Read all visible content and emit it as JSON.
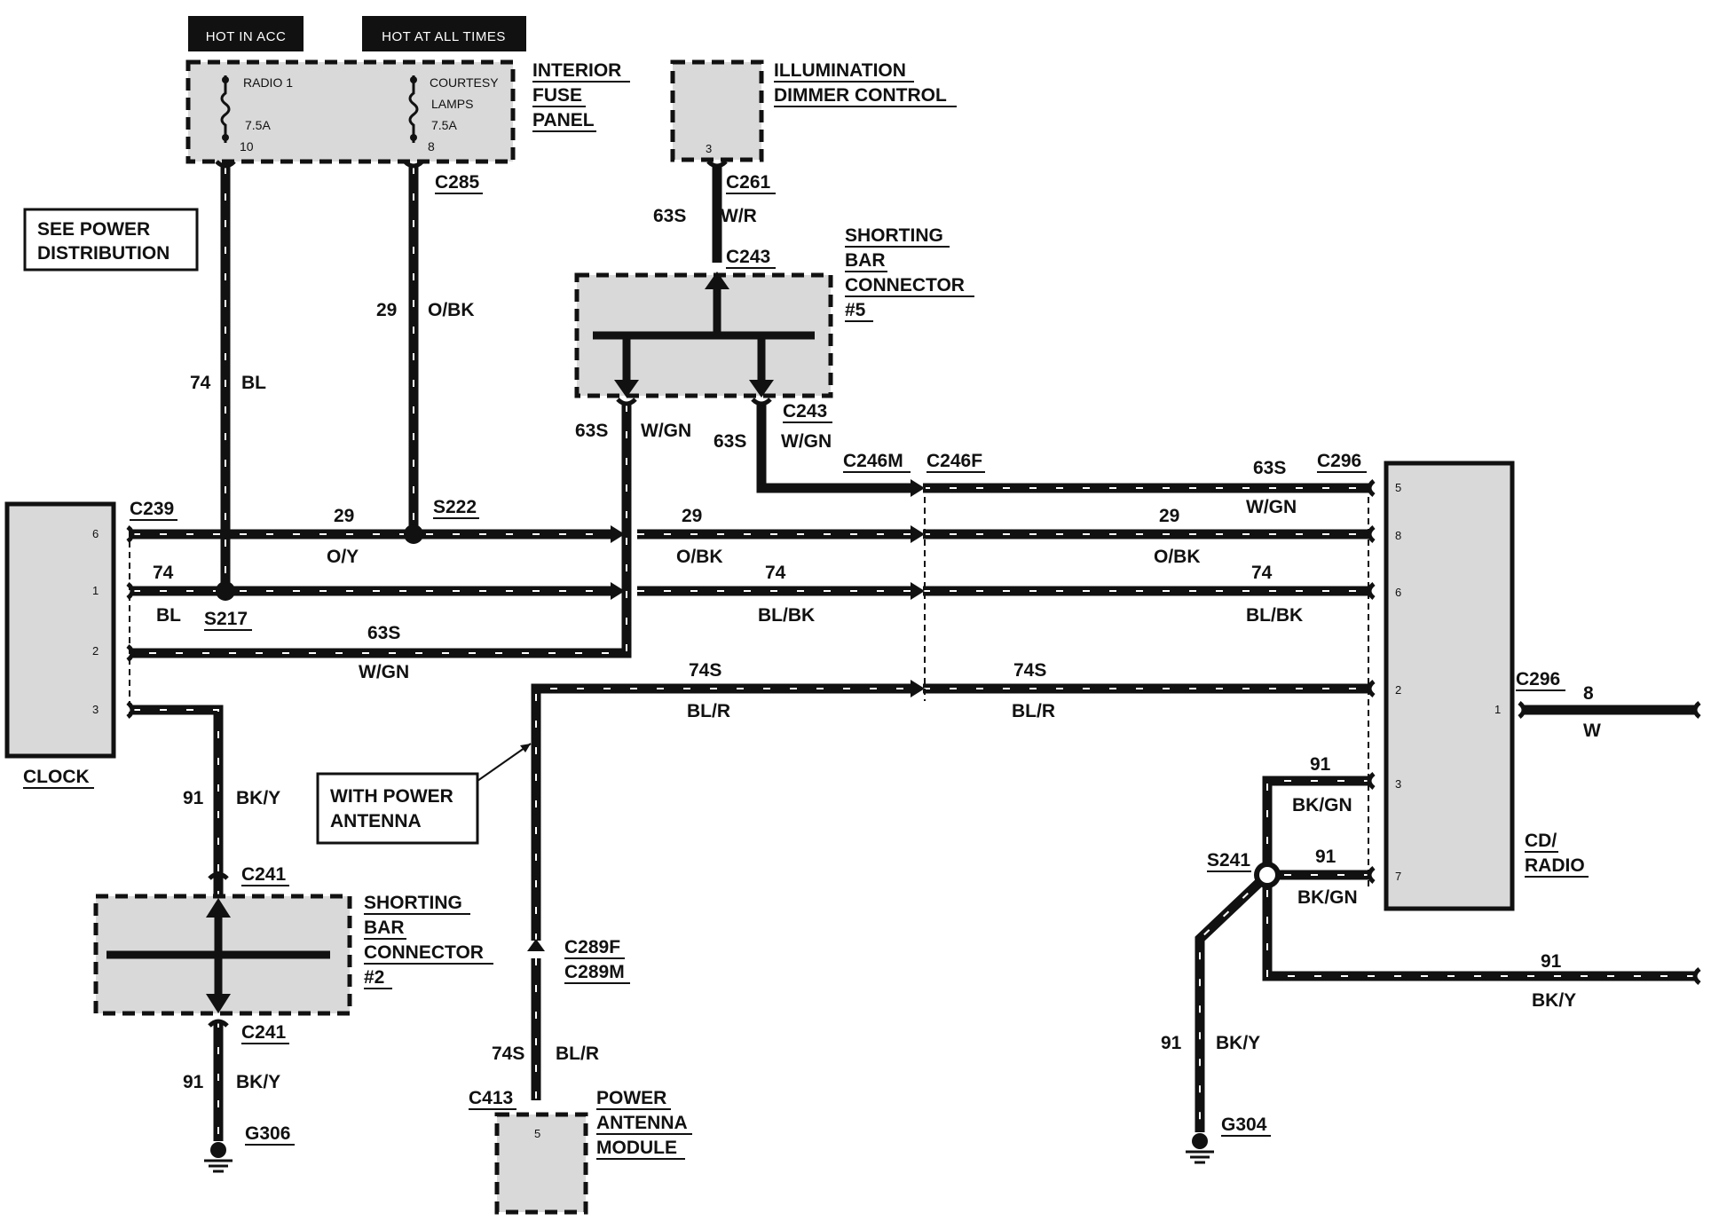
{
  "headers": {
    "hot_in_acc": "HOT IN ACC",
    "hot_at_all_times": "HOT AT ALL TIMES"
  },
  "fuse_panel": {
    "title": [
      "INTERIOR",
      "FUSE",
      "PANEL"
    ],
    "fuse1": {
      "name": "RADIO 1",
      "rating": "7.5A",
      "pin": "10"
    },
    "fuse2": {
      "name_l1": "COURTESY",
      "name_l2": "LAMPS",
      "rating": "7.5A",
      "pin": "8"
    }
  },
  "dimmer": {
    "title": [
      "ILLUMINATION",
      "DIMMER CONTROL"
    ],
    "pin": "3"
  },
  "see_power": [
    "SEE POWER",
    "DISTRIBUTION"
  ],
  "with_antenna": [
    "WITH POWER",
    "ANTENNA"
  ],
  "shorting5": [
    "SHORTING",
    "BAR",
    "CONNECTOR",
    "#5"
  ],
  "shorting2": [
    "SHORTING",
    "BAR",
    "CONNECTOR",
    "#2"
  ],
  "clock": {
    "title": "CLOCK",
    "pins": [
      "6",
      "1",
      "2",
      "3"
    ]
  },
  "radio": {
    "title": [
      "CD/",
      "RADIO"
    ],
    "pins": [
      "5",
      "8",
      "6",
      "2",
      "1",
      "3",
      "7"
    ]
  },
  "antenna_module": {
    "title": [
      "POWER",
      "ANTENNA",
      "MODULE"
    ],
    "pin": "5"
  },
  "connectors": {
    "c285": "C285",
    "c261": "C261",
    "c243": "C243",
    "c246m": "C246M",
    "c246f": "C246F",
    "c296": "C296",
    "c239": "C239",
    "s222": "S222",
    "s217": "S217",
    "c241": "C241",
    "c289f": "C289F",
    "c289m": "C289M",
    "c413": "C413",
    "s241": "S241",
    "g306": "G306",
    "g304": "G304"
  },
  "circuits": {
    "c74": "74",
    "c29": "29",
    "c63s": "63S",
    "c74s": "74S",
    "c91": "91",
    "c8": "8",
    "bl": "BL",
    "obk": "O/BK",
    "oy": "O/Y",
    "wr": "W/R",
    "wgn": "W/GN",
    "blbk": "BL/BK",
    "blr": "BL/R",
    "bky": "BK/Y",
    "bkgn": "BK/GN",
    "w": "W"
  }
}
